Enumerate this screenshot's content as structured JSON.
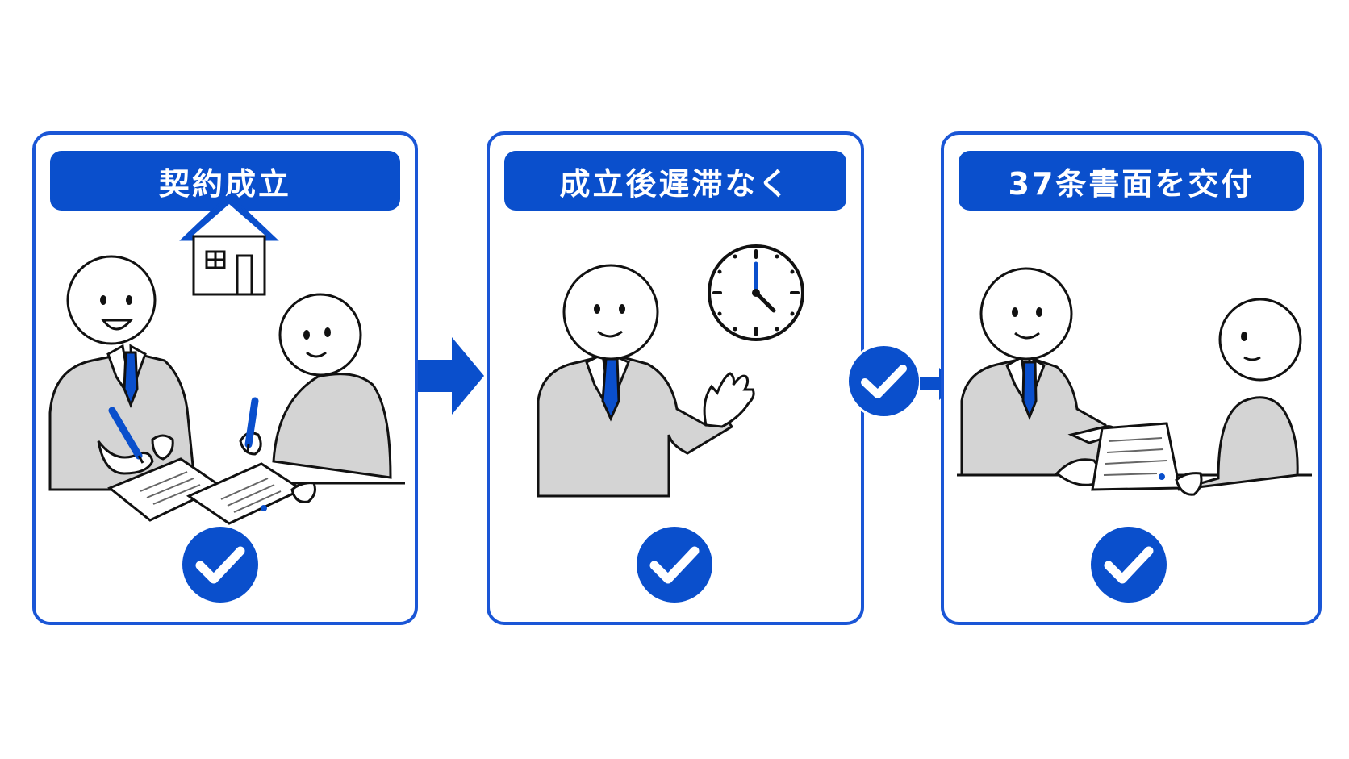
{
  "steps": [
    {
      "title": "契約成立",
      "check_icon": "check-circle-icon",
      "illustration": "contract-signing"
    },
    {
      "title": "成立後遅滞なく",
      "check_icon": "check-circle-icon",
      "illustration": "clock-promptly"
    },
    {
      "title": "37条書面を交付",
      "check_icon": "check-circle-icon",
      "illustration": "document-handover"
    }
  ],
  "connectors": [
    {
      "icon": "arrow-right-icon"
    },
    {
      "icon": "check-circle-icon",
      "secondary_icon": "arrow-right-icon"
    }
  ],
  "colors": {
    "accent": "#0a4fcc",
    "border": "#1a56d6",
    "suit": "#d4d4d4",
    "line": "#111111",
    "background": "#ffffff"
  }
}
